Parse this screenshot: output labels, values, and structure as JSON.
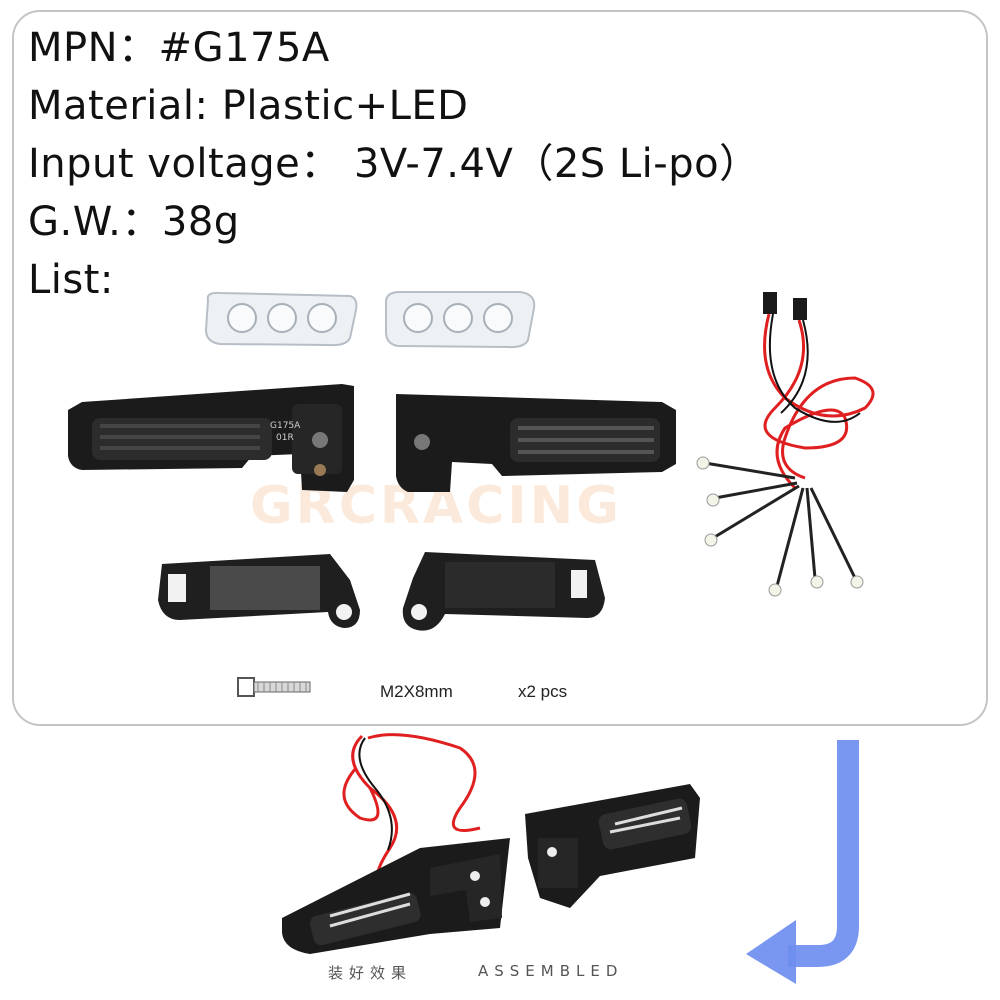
{
  "specs": {
    "mpn": "MPN：#G175A",
    "material": "Material: Plastic+LED",
    "voltage": "Input voltage： 3V-7.4V（2S Li-po）",
    "weight": "G.W.：38g",
    "list": "List:"
  },
  "part_marking": {
    "line1": "G175A",
    "line2": "01R"
  },
  "watermark": "GRCRACING",
  "screw": {
    "size": "M2X8mm",
    "qty": "x2  pcs"
  },
  "caption": {
    "chinese": "装好效果",
    "english": "ASSEMBLED"
  },
  "colors": {
    "arrow": "#6e8ef0",
    "card_border": "#c4c4c4",
    "wire_red": "#e02020",
    "part_black": "#1b1b1b"
  }
}
